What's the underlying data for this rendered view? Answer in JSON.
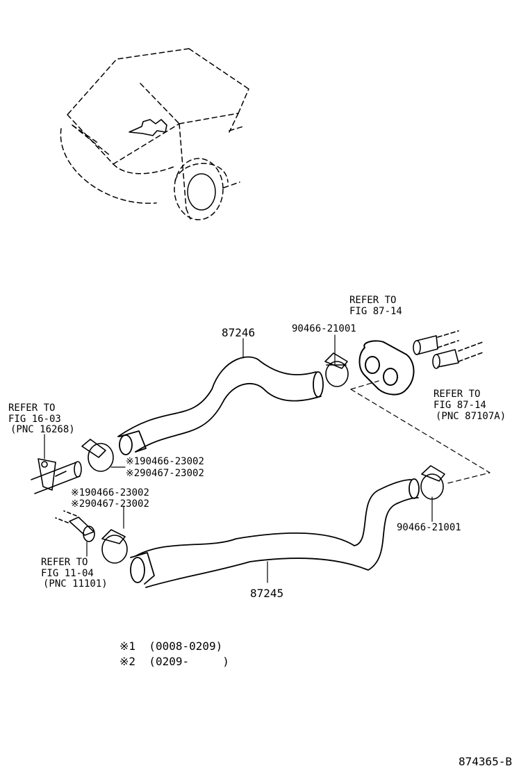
{
  "colors": {
    "line": "#000000",
    "background": "#ffffff"
  },
  "labels": {
    "part_87246": "87246",
    "part_87245": "87245",
    "clamp_top": "90466-21001",
    "clamp_right": "90466-21001",
    "refer_fig_87_14_top": [
      "REFER TO",
      "FIG 87-14"
    ],
    "refer_fig_87_14_right": [
      "REFER TO",
      "FIG 87-14",
      "(PNC 87107A)"
    ],
    "refer_fig_16_03": [
      "REFER TO",
      "FIG 16-03",
      "(PNC 16268)"
    ],
    "refer_fig_11_04": [
      "REFER TO",
      "FIG 11-04",
      "(PNC 11101)"
    ],
    "clamp_upper_left": [
      "※190466-23002",
      "※290467-23002"
    ],
    "clamp_lower_left": [
      "※190466-23002",
      "※290467-23002"
    ]
  },
  "legend": [
    "※1  (0008-0209)",
    "※2  (0209-     )"
  ],
  "figure_code": "874365-B"
}
